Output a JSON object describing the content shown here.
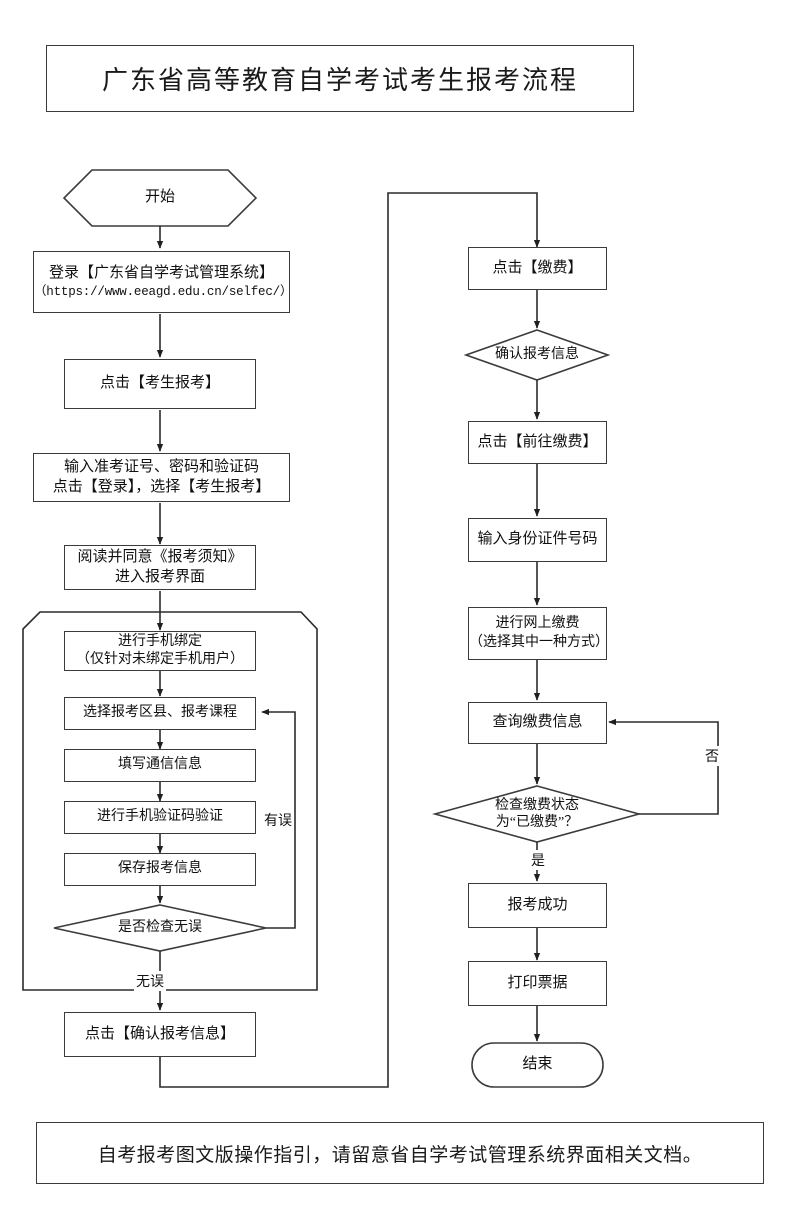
{
  "document": {
    "title": "广东省高等教育自学考试考生报考流程",
    "footer_note": "自考报考图文版操作指引，请留意省自学考试管理系统界面相关文档。"
  },
  "chart_data": {
    "type": "diagram",
    "title": "广东省高等教育自学考试考生报考流程",
    "orientation": "two-column top-to-bottom flowchart",
    "nodes": [
      {
        "id": "start",
        "shape": "hexagon",
        "column": "left",
        "text": "开始"
      },
      {
        "id": "login",
        "shape": "process",
        "column": "left",
        "line1": "登录【广东省自学考试管理系统】",
        "line2": "（https://www.eeagd.edu.cn/selfec/）"
      },
      {
        "id": "click-apply",
        "shape": "process",
        "column": "left",
        "text": "点击【考生报考】"
      },
      {
        "id": "enter-creds",
        "shape": "process",
        "column": "left",
        "line1": "输入准考证号、密码和验证码",
        "line2": "点击【登录】，选择【考生报考】"
      },
      {
        "id": "read-agree",
        "shape": "process",
        "column": "left",
        "line1": "阅读并同意《报考须知》",
        "line2": "进入报考界面"
      },
      {
        "id": "bind-phone",
        "shape": "process",
        "column": "left",
        "line1": "进行手机绑定",
        "line2": "（仅针对未绑定手机用户）"
      },
      {
        "id": "select-area",
        "shape": "process",
        "column": "left",
        "text": "选择报考区县、报考课程"
      },
      {
        "id": "fill-contact",
        "shape": "process",
        "column": "left",
        "text": "填写通信信息"
      },
      {
        "id": "verify-sms",
        "shape": "process",
        "column": "left",
        "text": "进行手机验证码验证"
      },
      {
        "id": "save-info",
        "shape": "process",
        "column": "left",
        "text": "保存报考信息"
      },
      {
        "id": "check-ok",
        "shape": "decision",
        "column": "left",
        "text": "是否检查无误"
      },
      {
        "id": "confirm-info",
        "shape": "process",
        "column": "left",
        "text": "点击【确认报考信息】"
      },
      {
        "id": "click-pay",
        "shape": "process",
        "column": "right",
        "text": "点击【缴费】"
      },
      {
        "id": "confirm-apply",
        "shape": "decision",
        "column": "right",
        "text": "确认报考信息"
      },
      {
        "id": "goto-pay",
        "shape": "process",
        "column": "right",
        "text": "点击【前往缴费】"
      },
      {
        "id": "enter-id",
        "shape": "process",
        "column": "right",
        "text": "输入身份证件号码"
      },
      {
        "id": "online-pay",
        "shape": "process",
        "column": "right",
        "line1": "进行网上缴费",
        "line2": "（选择其中一种方式）"
      },
      {
        "id": "query-pay",
        "shape": "process",
        "column": "right",
        "text": "查询缴费信息"
      },
      {
        "id": "check-paid",
        "shape": "decision",
        "column": "right",
        "line1": "检查缴费状态",
        "line2": "为“已缴费”？"
      },
      {
        "id": "success",
        "shape": "process",
        "column": "right",
        "text": "报考成功"
      },
      {
        "id": "print",
        "shape": "process",
        "column": "right",
        "text": "打印票据"
      },
      {
        "id": "end",
        "shape": "terminal",
        "column": "right",
        "text": "结束"
      }
    ],
    "group_box": {
      "label": "",
      "contains": [
        "bind-phone",
        "select-area",
        "fill-contact",
        "verify-sms",
        "save-info",
        "check-ok"
      ],
      "style": "chamfered rectangle"
    },
    "edge_labels": [
      {
        "id": "err",
        "text": "有误",
        "from": "check-ok",
        "to": "select-area"
      },
      {
        "id": "no-err",
        "text": "无误",
        "from": "check-ok",
        "to": "confirm-info"
      },
      {
        "id": "no",
        "text": "否",
        "from": "check-paid",
        "to": "query-pay"
      },
      {
        "id": "yes",
        "text": "是",
        "from": "check-paid",
        "to": "success"
      }
    ],
    "edges": [
      "start->login",
      "login->click-apply",
      "click-apply->enter-creds",
      "enter-creds->read-agree",
      "read-agree->bind-phone",
      "bind-phone->select-area",
      "select-area->fill-contact",
      "fill-contact->verify-sms",
      "verify-sms->save-info",
      "save-info->check-ok",
      "check-ok->select-area (有误)",
      "check-ok->confirm-info (无误)",
      "confirm-info->click-pay",
      "click-pay->confirm-apply",
      "confirm-apply->goto-pay",
      "goto-pay->enter-id",
      "enter-id->online-pay",
      "online-pay->query-pay",
      "query-pay->check-paid",
      "check-paid->query-pay (否)",
      "check-paid->success (是)",
      "success->print",
      "print->end"
    ]
  },
  "colors": {
    "stroke": "#2b2b2b",
    "shape_border": "#3b3b3b",
    "background": "#ffffff",
    "text": "#111111"
  }
}
